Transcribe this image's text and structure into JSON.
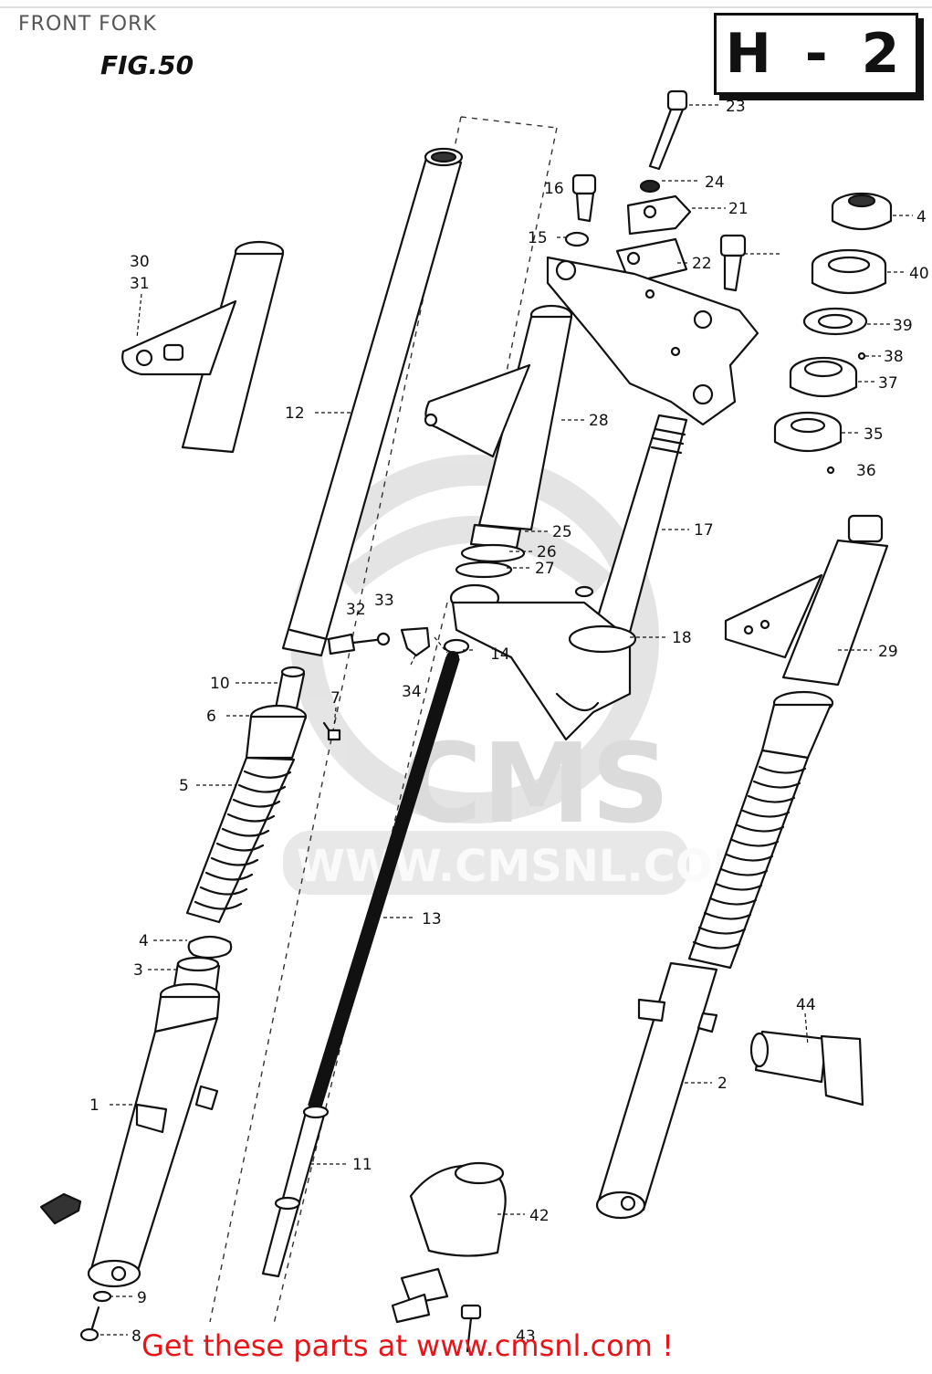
{
  "header": {
    "section_title": "FRONT FORK",
    "figure_label": "FIG.50",
    "diagram_code": "H - 2"
  },
  "watermark": {
    "brand": "CMS",
    "url": "WWW.CMSNL.COM"
  },
  "footer": {
    "promo_text": "Get these parts at www.cmsnl.com !"
  },
  "callouts": [
    {
      "id": "c23",
      "label": "23"
    },
    {
      "id": "c24",
      "label": "24"
    },
    {
      "id": "c16",
      "label": "16"
    },
    {
      "id": "c21",
      "label": "21"
    },
    {
      "id": "c15",
      "label": "15"
    },
    {
      "id": "c22",
      "label": "22"
    },
    {
      "id": "c4t",
      "label": "4"
    },
    {
      "id": "c40",
      "label": "40"
    },
    {
      "id": "c39",
      "label": "39"
    },
    {
      "id": "c38",
      "label": "38"
    },
    {
      "id": "c37",
      "label": "37"
    },
    {
      "id": "c35",
      "label": "35"
    },
    {
      "id": "c36",
      "label": "36"
    },
    {
      "id": "c30",
      "label": "30"
    },
    {
      "id": "c31",
      "label": "31"
    },
    {
      "id": "c12",
      "label": "12"
    },
    {
      "id": "c28",
      "label": "28"
    },
    {
      "id": "c25",
      "label": "25"
    },
    {
      "id": "c26",
      "label": "26"
    },
    {
      "id": "c27",
      "label": "27"
    },
    {
      "id": "c17",
      "label": "17"
    },
    {
      "id": "c32",
      "label": "32"
    },
    {
      "id": "c33",
      "label": "33"
    },
    {
      "id": "c14",
      "label": "14"
    },
    {
      "id": "c34",
      "label": "34"
    },
    {
      "id": "c18",
      "label": "18"
    },
    {
      "id": "c29",
      "label": "29"
    },
    {
      "id": "c10",
      "label": "10"
    },
    {
      "id": "c6",
      "label": "6"
    },
    {
      "id": "c7",
      "label": "7"
    },
    {
      "id": "c5",
      "label": "5"
    },
    {
      "id": "c13",
      "label": "13"
    },
    {
      "id": "c4",
      "label": "4"
    },
    {
      "id": "c3",
      "label": "3"
    },
    {
      "id": "c44",
      "label": "44"
    },
    {
      "id": "c1",
      "label": "1"
    },
    {
      "id": "c2",
      "label": "2"
    },
    {
      "id": "c11",
      "label": "11"
    },
    {
      "id": "c42",
      "label": "42"
    },
    {
      "id": "c9",
      "label": "9"
    },
    {
      "id": "c8",
      "label": "8"
    },
    {
      "id": "c43",
      "label": "43"
    }
  ]
}
